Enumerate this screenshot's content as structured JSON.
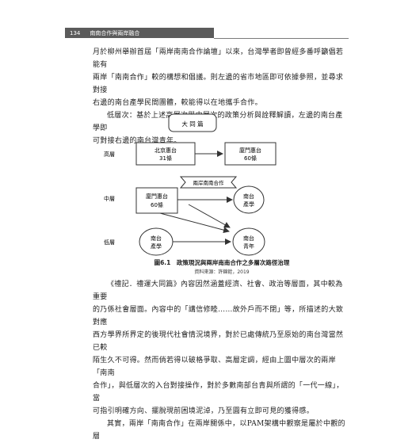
{
  "header": {
    "page_number": "134",
    "running_title": "南南合作與兩岸融合"
  },
  "paragraph_top": {
    "lines": [
      "月於柳州舉辦首屆「兩岸南南合作論壇」以來，台灣學者即曾經多番呼籲倡若能有",
      "兩岸「南南合作」較的構想和倡議。則左邊的省市地區即可依據參照，並尋求對接",
      "右邊的南台產學民間團體，較能得以在地攜手合作。"
    ],
    "second": [
      "低層次：基於上述高層次與中層次的政策分析與詮釋解讀，左邊的南台產學即",
      "可對接右邊的南台灣青年。"
    ]
  },
  "figure": {
    "top_box": "大 同 篇",
    "levels": {
      "high": "高層",
      "mid": "中層",
      "low": "低層"
    },
    "high_left": {
      "line1": "北京惠台",
      "line2": "31條"
    },
    "high_right": {
      "line1": "廈門惠台",
      "line2": "60條"
    },
    "banner": "兩岸南南合作",
    "mid_left": {
      "line1": "廈門惠台",
      "line2": "60條"
    },
    "mid_right": {
      "line1": "南台",
      "line2": "產學"
    },
    "low_left": {
      "line1": "南台",
      "line2": "產學"
    },
    "low_right": {
      "line1": "南台",
      "line2": "青年"
    },
    "caption": "圖6.1　政策現況與兩岸南南合作之多層次路徑治理",
    "source": "資料來源：許錦銓，2019"
  },
  "paragraph_bottom": {
    "lines": [
      "《禮記．禮運大同篇》內容因然涵蓋經濟、社會、政治等層面，其中較為重要",
      "的乃係社會層面。內容中的「講信修睦……故外戶而不閉」等，所描述的大致對應",
      "西方學界所界定的後現代社會情況境界，對於已處傳統乃至原始的南台灣當然已較",
      "陌生久不可得。然而倘若得以破格爭取、高層定調，經由上圖中層次的兩岸「南南",
      "合作」，與低層次的入台對接操作，對於多數南部台青與所謂的「一代一線」，當",
      "可指引明確方向、擺脫現前困境泥淖，乃至圓有立即可見的獲得感。"
    ],
    "last": "其實，兩岸「南南合作」在兩岸關係中，以PAM架構中觀察是屬於中觀的層"
  }
}
